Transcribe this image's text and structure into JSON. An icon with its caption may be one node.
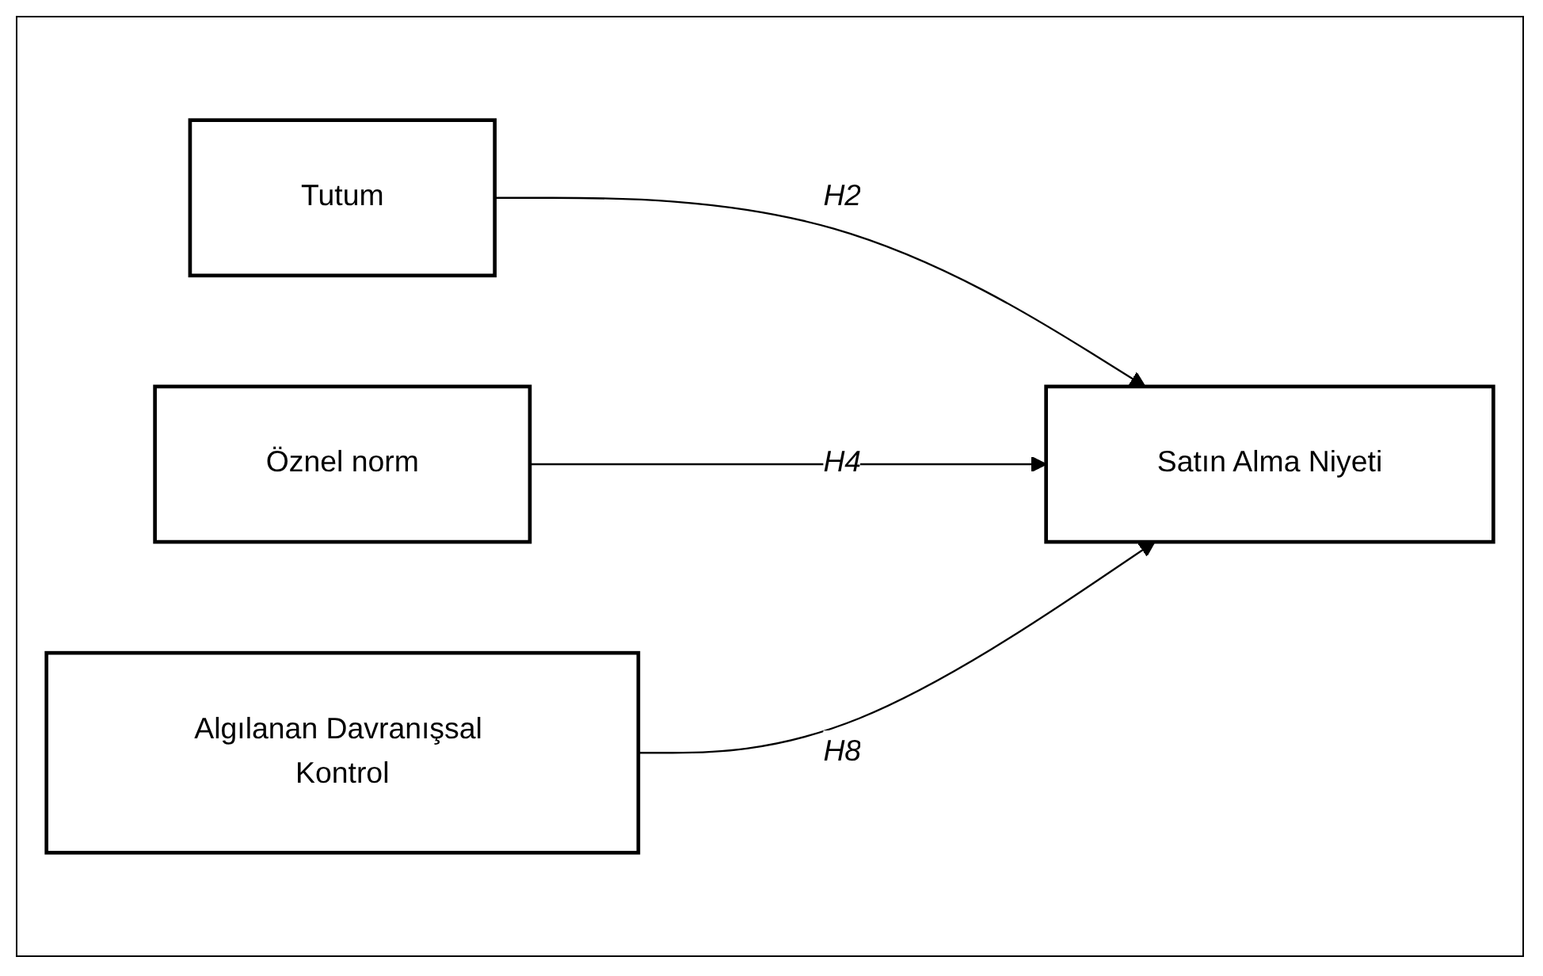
{
  "diagram": {
    "nodes": [
      {
        "text": [
          "Tutum"
        ]
      },
      {
        "text": [
          "Öznel norm"
        ]
      },
      {
        "text": [
          "Algılanan Davranışsal Kontrol"
        ]
      },
      {
        "text": [
          "Satın Alma Niyeti"
        ]
      }
    ],
    "edges": [
      {
        "from": 0,
        "to": 3,
        "arrow": "to",
        "label": "H2"
      },
      {
        "from": 1,
        "to": 3,
        "arrow": "to",
        "label": "H4"
      },
      {
        "from": 2,
        "to": 3,
        "arrow": "to",
        "label": "H8"
      }
    ]
  }
}
